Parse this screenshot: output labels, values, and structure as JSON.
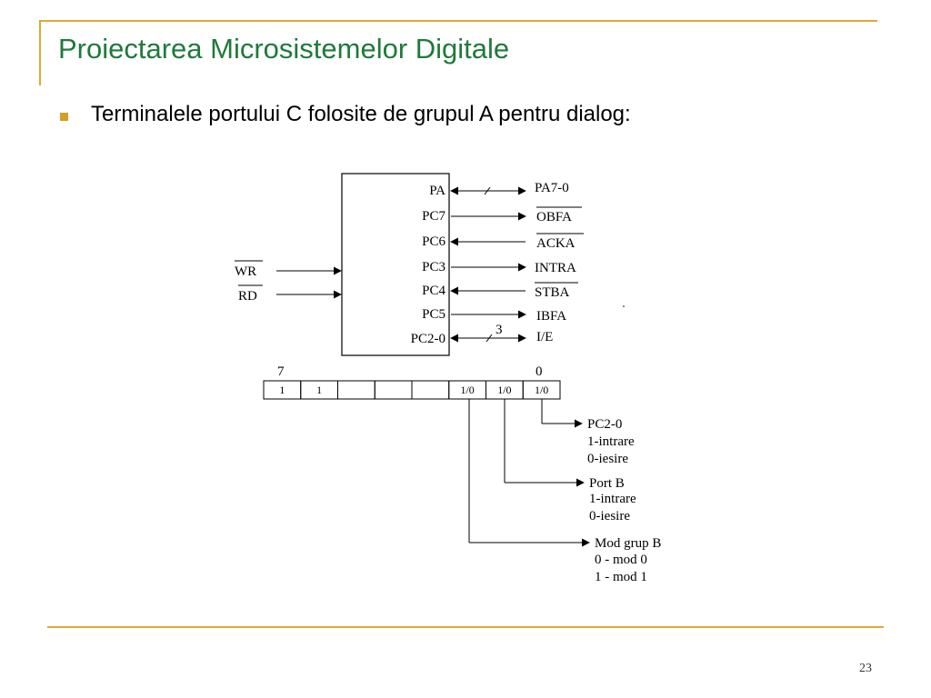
{
  "slide": {
    "title": "Proiectarea Microsistemelor Digitale",
    "bullet": "Terminalele portului C folosite de grupul A pentru dialog:",
    "page_number": "23",
    "accent_color": "#e0a830",
    "title_color": "#1f7a3a"
  },
  "diagram": {
    "left_inputs": [
      "WR",
      "RD"
    ],
    "pins": [
      "PA",
      "PC7",
      "PC6",
      "PC3",
      "PC4",
      "PC5",
      "PC2-0"
    ],
    "signals": [
      "PA7-0",
      "OBFA",
      "ACKA",
      "INTRA",
      "STBA",
      "IBFA",
      "I/E"
    ],
    "bus_width_label": "3",
    "register": {
      "msb_label": "7",
      "lsb_label": "0",
      "bits": [
        "1",
        "1",
        "",
        "",
        "",
        "1/0",
        "1/0",
        "1/0"
      ]
    },
    "outputs": [
      {
        "lines": [
          "PC2-0",
          "1-intrare",
          "0-iesire"
        ]
      },
      {
        "lines": [
          "Port B",
          "1-intrare",
          "0-iesire"
        ]
      },
      {
        "lines": [
          "Mod grup B",
          "0 - mod 0",
          "1 -  mod 1"
        ]
      }
    ]
  }
}
